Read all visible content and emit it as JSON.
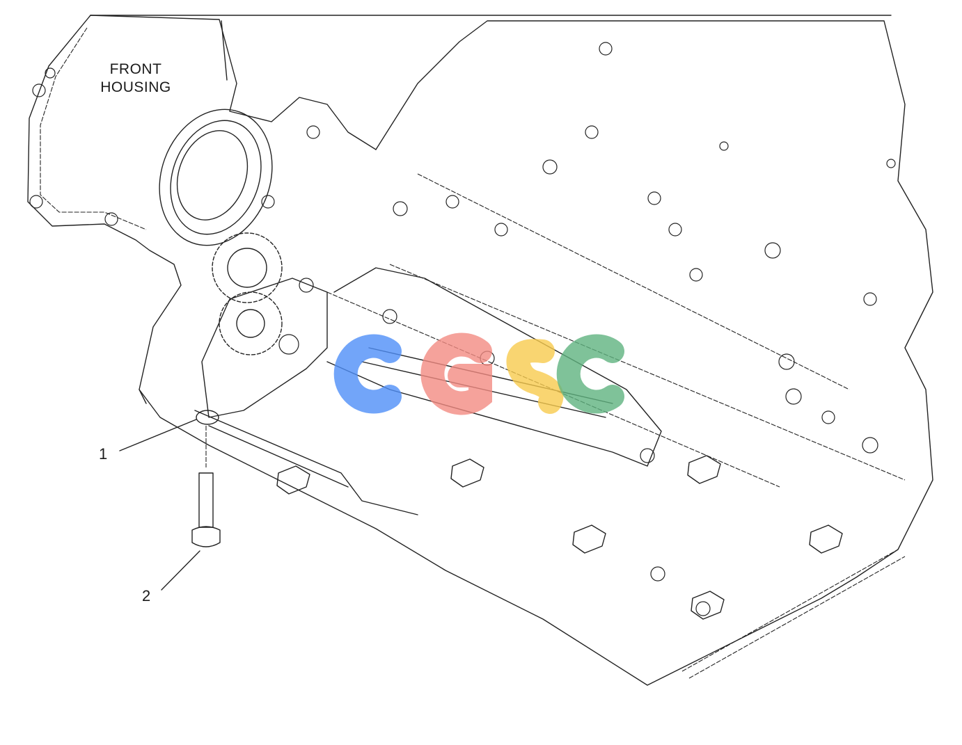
{
  "diagram": {
    "housing_label_line1": "FRONT",
    "housing_label_line2": "HOUSING",
    "callouts": [
      {
        "id": "1",
        "text": "1"
      },
      {
        "id": "2",
        "text": "2"
      }
    ]
  },
  "watermark": {
    "text": "CGSC",
    "colors": [
      "#4f8ef7",
      "#f28b82",
      "#f7cb4d",
      "#5fb37f"
    ]
  }
}
